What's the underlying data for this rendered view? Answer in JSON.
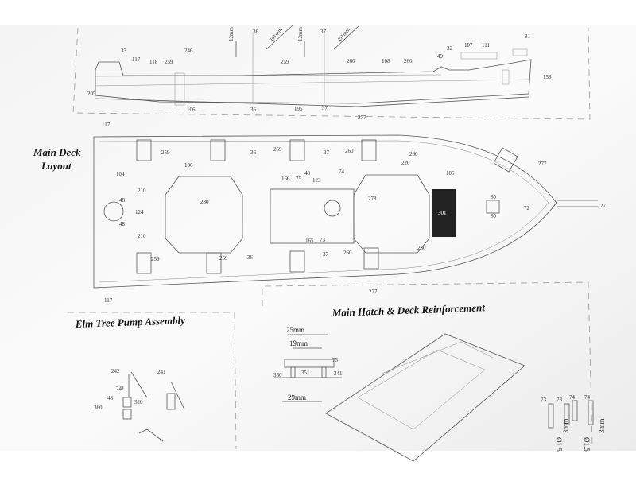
{
  "profile": {
    "labels": [
      "12mm",
      "36",
      "Ø1mm",
      "12mm",
      "37",
      "Ø1mm",
      "33",
      "117",
      "118",
      "259",
      "246",
      "259",
      "260",
      "108",
      "260",
      "49",
      "32",
      "107",
      "111",
      "81",
      "205",
      "158",
      "106",
      "36",
      "195",
      "37"
    ]
  },
  "deck": {
    "title_line1": "Main Deck",
    "title_line2": "Layout",
    "labels": [
      "117",
      "277",
      "259",
      "106",
      "36",
      "259",
      "37",
      "260",
      "260",
      "220",
      "104",
      "48",
      "166",
      "75",
      "123",
      "74",
      "105",
      "277",
      "210",
      "280",
      "278",
      "48",
      "124",
      "80",
      "72",
      "27",
      "80",
      "48",
      "210",
      "165",
      "73",
      "259",
      "36",
      "259",
      "37",
      "260",
      "260",
      "277",
      "117",
      "301"
    ]
  },
  "pump": {
    "title": "Elm Tree Pump Assembly",
    "labels": [
      "242",
      "241",
      "241",
      "48",
      "320",
      "360"
    ]
  },
  "hatch": {
    "title": "Main Hatch & Deck Reinforcement",
    "dims": [
      "25mm",
      "19mm",
      "29mm"
    ],
    "labels": [
      "75",
      "350",
      "351",
      "341",
      "73",
      "73",
      "74",
      "74",
      "Ø1.5",
      "3mm",
      "Ø1.5",
      "3mm"
    ]
  }
}
